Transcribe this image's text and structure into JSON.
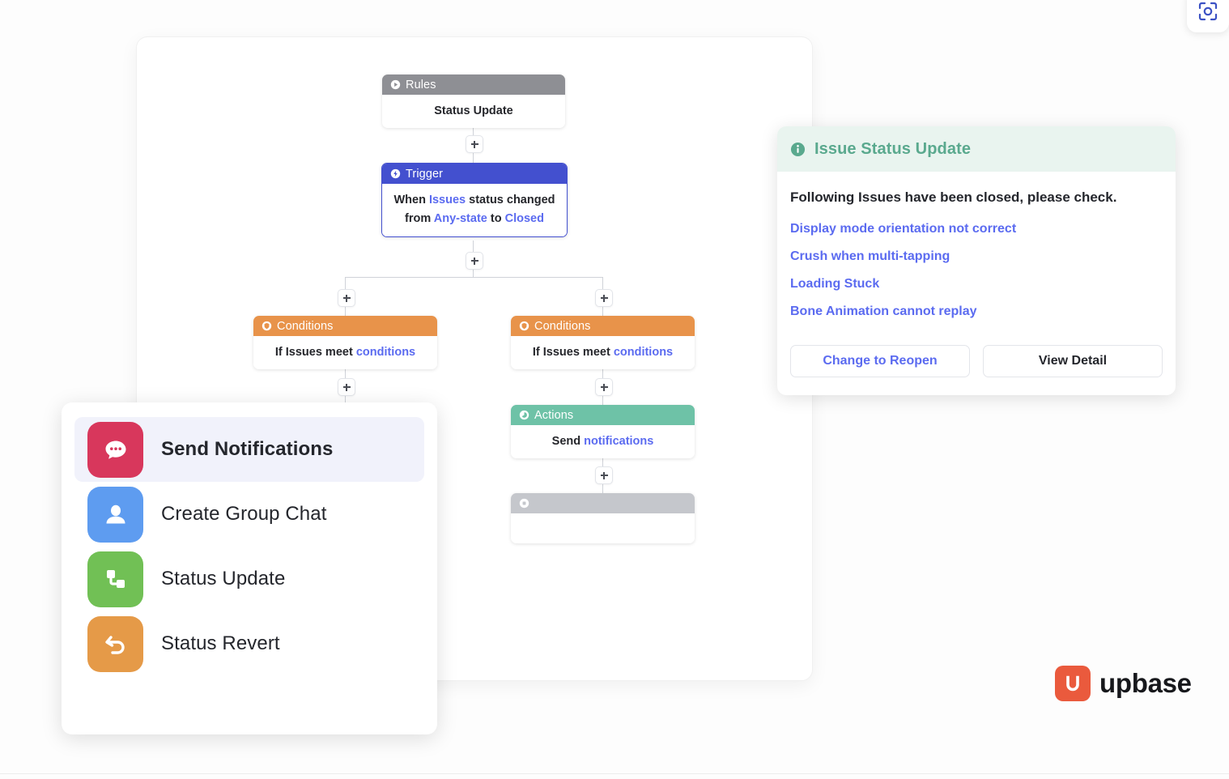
{
  "topbar": {
    "capture_icon": "screenshot-capture-icon",
    "capture_color": "#3b51c4"
  },
  "flow": {
    "nodes": [
      {
        "id": "rules",
        "header": "Rules",
        "header_color": "#8e8f94",
        "icon": "play-circle-icon",
        "body_plain": "Status Update"
      },
      {
        "id": "trigger",
        "header": "Trigger",
        "header_color": "#4350cf",
        "icon": "bolt-circle-icon",
        "body_line1_a": "When ",
        "body_line1_link": "Issues",
        "body_line1_b": " status changed",
        "body_line2_a": "from ",
        "body_line2_link1": "Any-state",
        "body_line2_b": " to ",
        "body_line2_link2": "Closed"
      },
      {
        "id": "conditions-left",
        "header": "Conditions",
        "header_color": "#e8934a",
        "icon": "shield-circle-icon",
        "body_a": "If Issues meet ",
        "body_link": "conditions"
      },
      {
        "id": "conditions-right",
        "header": "Conditions",
        "header_color": "#e8934a",
        "icon": "shield-circle-icon",
        "body_a": "If Issues meet ",
        "body_link": "conditions"
      },
      {
        "id": "actions",
        "header": "Actions",
        "header_color": "#6ec2a7",
        "icon": "flash-circle-icon",
        "body_a": "Send ",
        "body_link": "notifications"
      },
      {
        "id": "empty",
        "header": "",
        "header_color": "#c5c7cc",
        "icon": "square-circle-icon",
        "body_plain": ""
      }
    ],
    "add_button_label": "+",
    "connector_color": "#cfd2d8"
  },
  "actions_panel": {
    "items": [
      {
        "label": "Send Notifications",
        "icon": "chat-bubble-icon",
        "color": "#d8375c",
        "selected": true
      },
      {
        "label": "Create Group Chat",
        "icon": "person-icon",
        "color": "#5e9cf0",
        "selected": false
      },
      {
        "label": "Status Update",
        "icon": "flow-nodes-icon",
        "color": "#71c055",
        "selected": false
      },
      {
        "label": "Status Revert",
        "icon": "undo-arrow-icon",
        "color": "#e59a48",
        "selected": false
      }
    ]
  },
  "notification": {
    "title": "Issue Status Update",
    "title_icon": "info-circle-icon",
    "header_bg": "#e9f4ef",
    "title_color": "#5aa98e",
    "lead": "Following Issues have been closed, please check.",
    "issues": [
      "Display mode orientation not correct",
      "Crush when multi-tapping",
      "Loading Stuck",
      "Bone Animation cannot replay"
    ],
    "primary_button": "Change to Reopen",
    "secondary_button": "View Detail",
    "link_color": "#5b6bf0"
  },
  "brand": {
    "name": "upbase",
    "mark_icon": "upbase-logo-icon",
    "mark_color": "#ea5a3d"
  }
}
